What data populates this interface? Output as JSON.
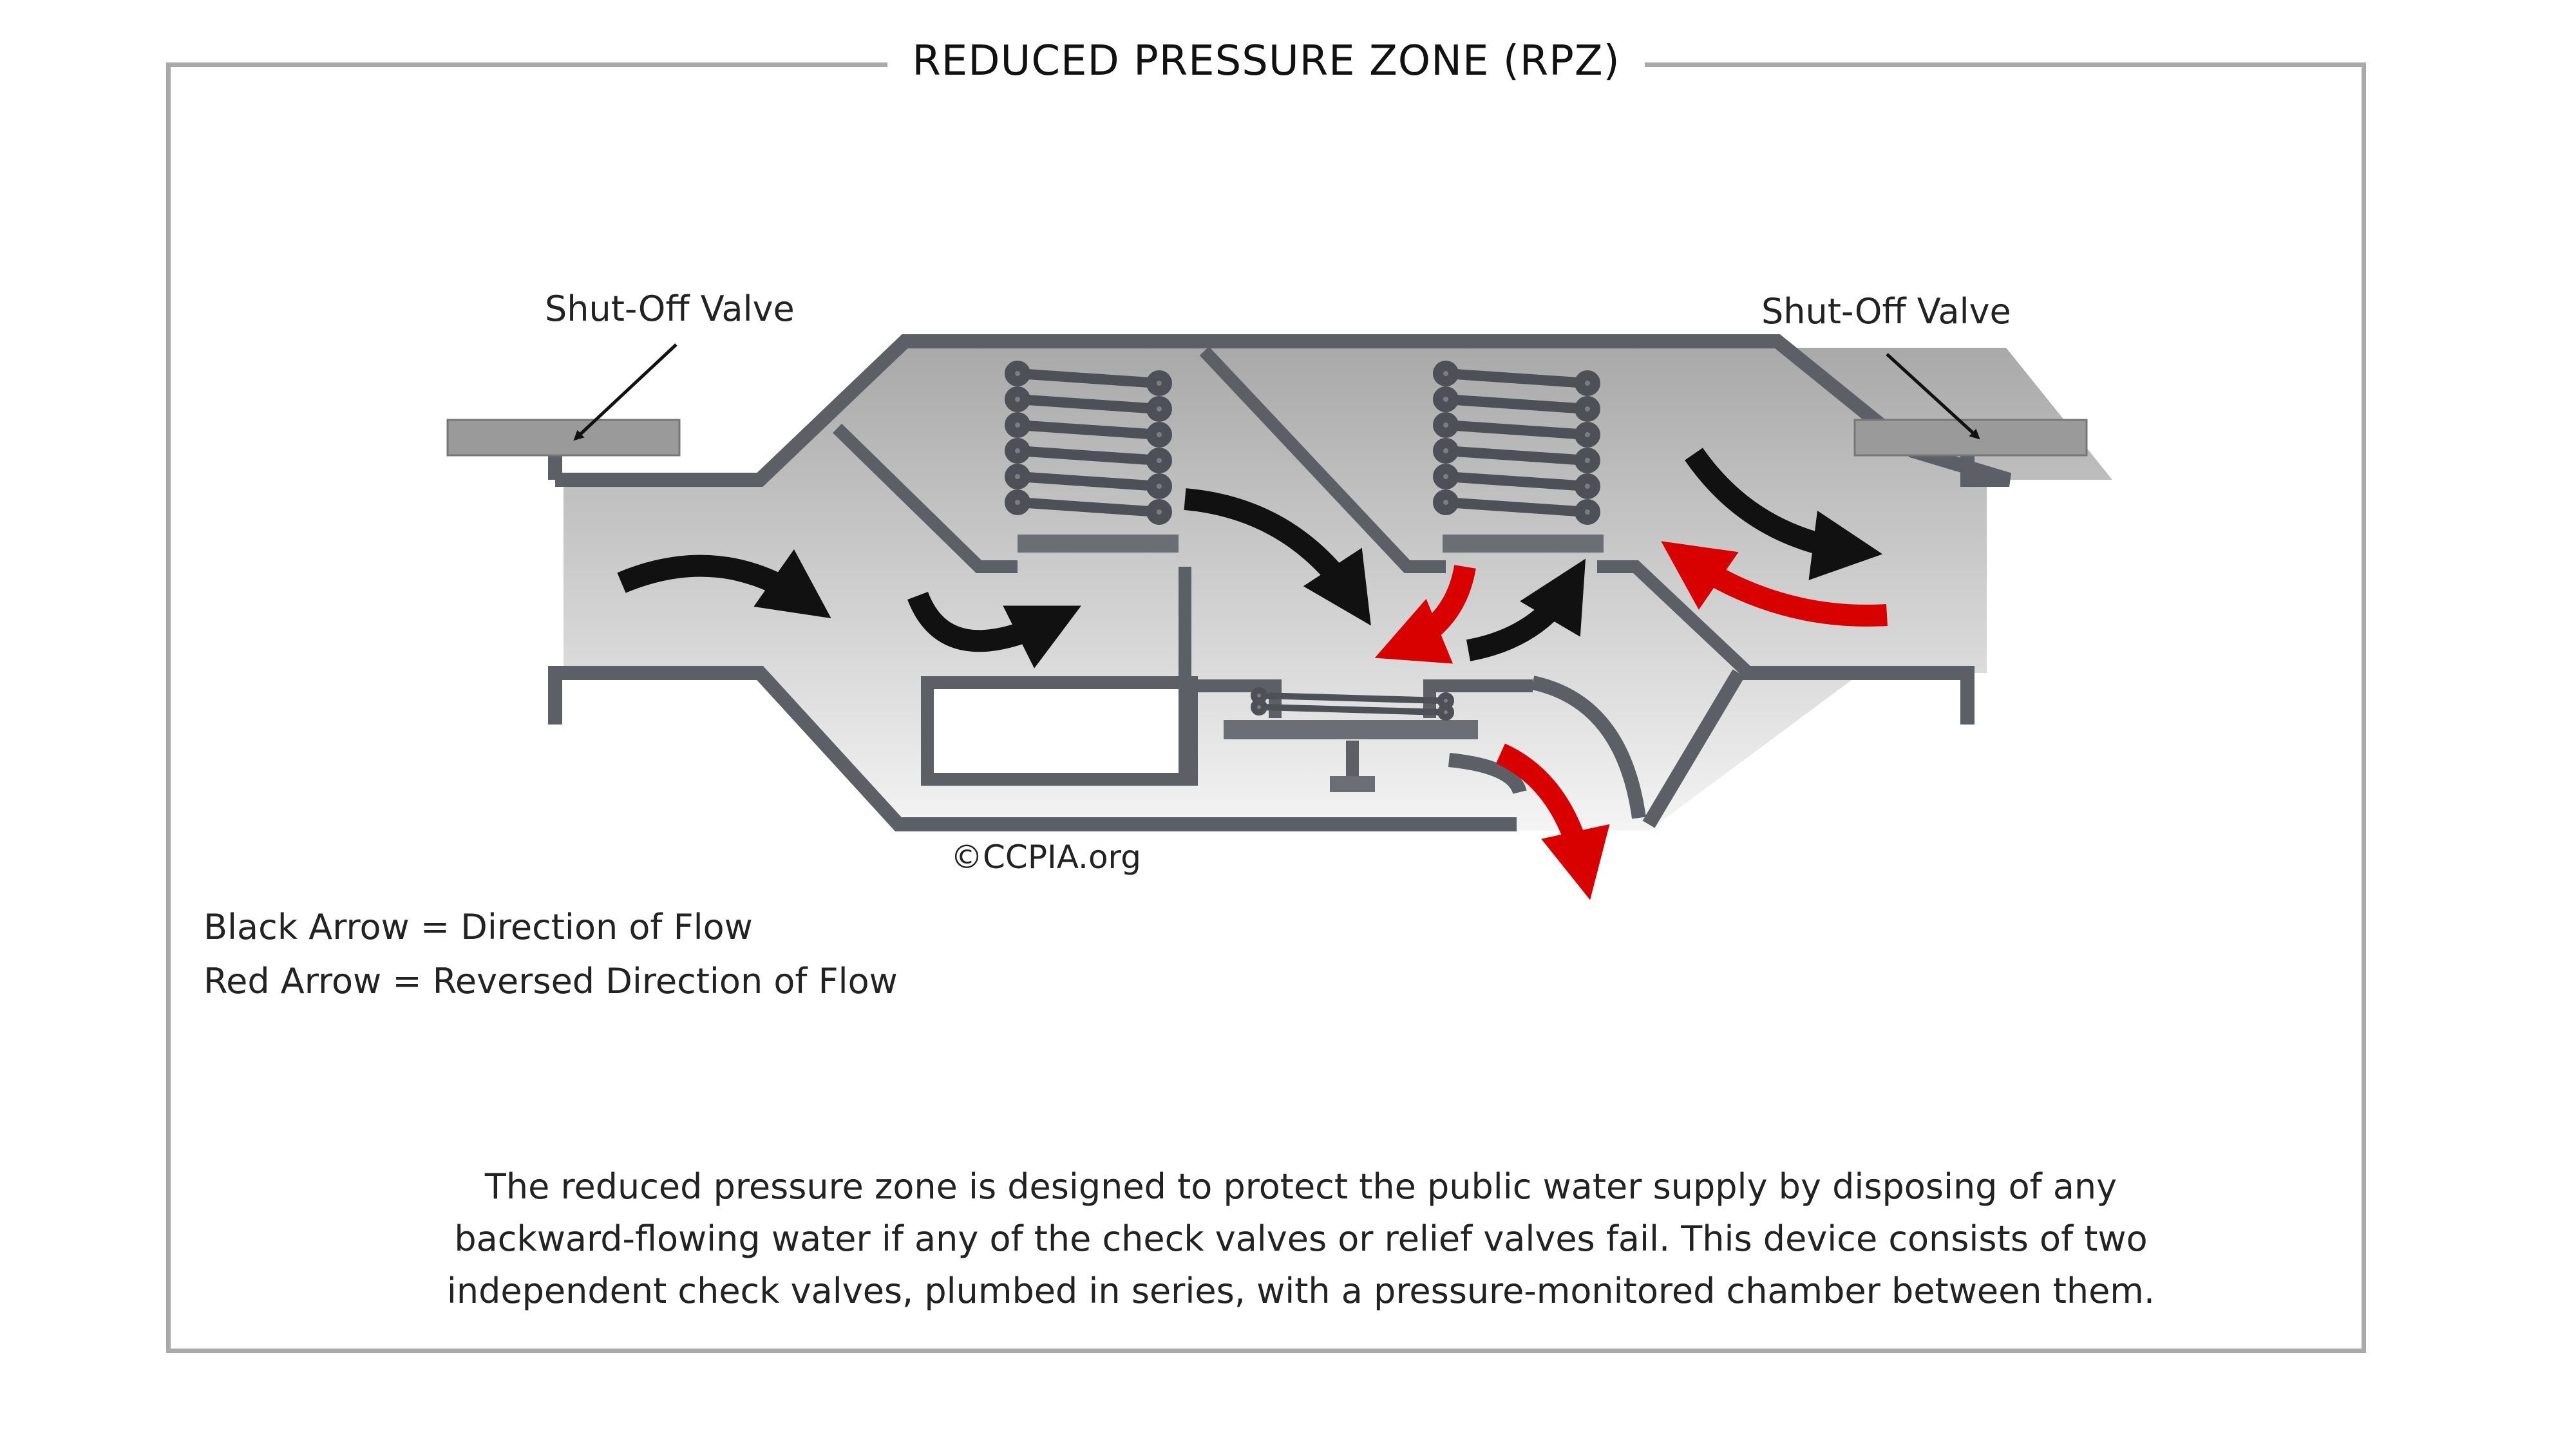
{
  "title": "REDUCED PRESSURE ZONE (RPZ)",
  "labels": {
    "shutoff_left": "Shut-Off Valve",
    "shutoff_right": "Shut-Off Valve",
    "copyright": "©CCPIA.org"
  },
  "legend": {
    "black": "Black Arrow = Direction of Flow",
    "red": "Red Arrow = Reversed Direction of Flow"
  },
  "caption": [
    "The reduced pressure zone is designed to protect the public water supply by disposing of any",
    "backward-flowing water if any of the check valves or relief valves fail.  This device consists of two",
    "independent check valves, plumbed in series, with a pressure-monitored chamber between them."
  ],
  "colors": {
    "frame": "#a9a9a9",
    "pipe_wall": "#5c5f66",
    "flow_arrow": "#111111",
    "reverse_arrow": "#d90000",
    "valve_plate": "#9a9a9a"
  }
}
